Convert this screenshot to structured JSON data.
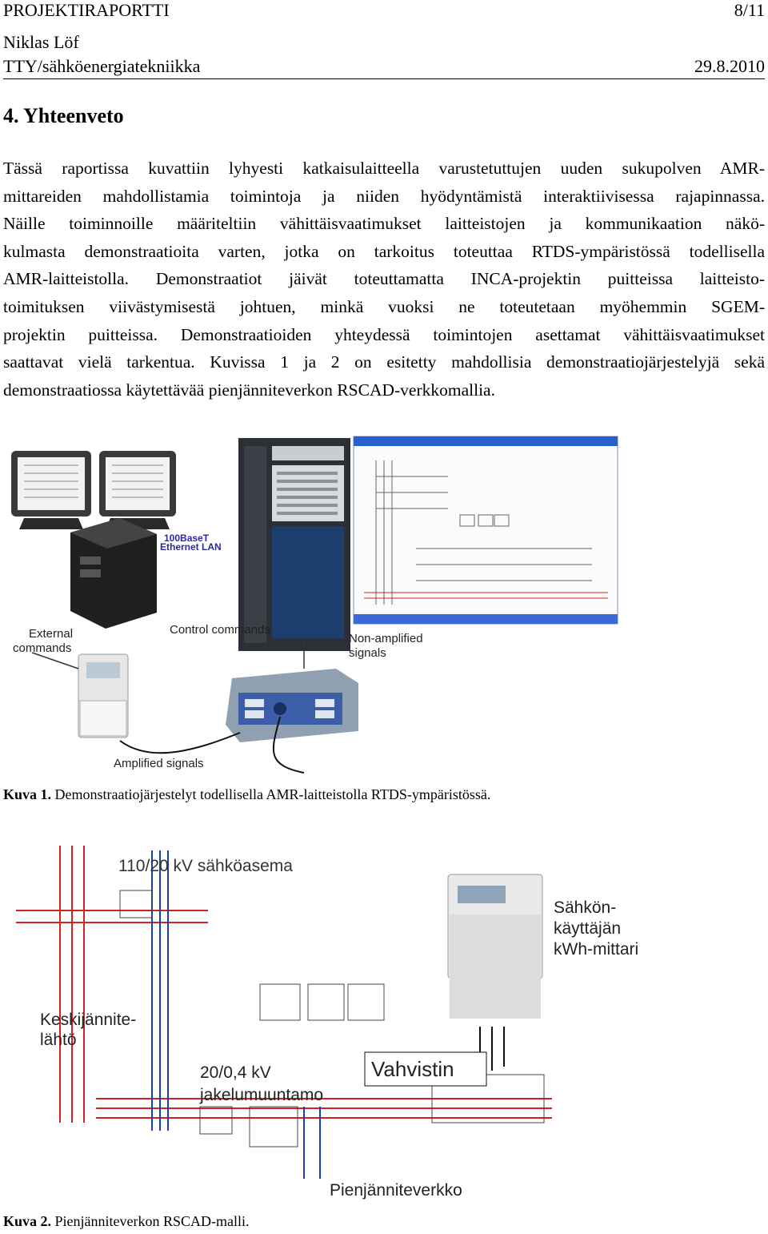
{
  "header": {
    "doc_type": "PROJEKTIRAPORTTI",
    "page": "8/11",
    "author": "Niklas Löf",
    "department": "TTY/sähköenergiatekniikka",
    "date": "29.8.2010"
  },
  "section_title": "4. Yhteenveto",
  "paragraph_lines": [
    "Tässä raportissa kuvattiin lyhyesti katkaisulaitteella varustetuttujen uuden sukupolven AMR-",
    "mittareiden mahdollistamia toimintoja ja niiden hyödyntämistä interaktiivisessa rajapinnassa.",
    "Näille toiminnoille määriteltiin vähittäisvaatimukset laitteistojen ja kommunikaation näkö-",
    "kulmasta demonstraatioita varten, jotka on tarkoitus toteuttaa RTDS-ympäristössä todellisella",
    "AMR-laitteistolla. Demonstraatiot jäivät toteuttamatta INCA-projektin puitteissa laitteisto-",
    "toimituksen viivästymisestä johtuen, minkä vuoksi ne toteutetaan myöhemmin SGEM-",
    "projektin puitteissa. Demonstraatioiden yhteydessä toimintojen asettamat vähittäisvaatimukset",
    "saattavat vielä tarkentua. Kuvissa 1 ja 2 on esitetty mahdollisia demonstraatiojärjestelyjä sekä",
    "demonstraatiossa käytettävää pienjänniteverkon RSCAD-verkkomallia."
  ],
  "figure1": {
    "labels": {
      "ethernet": "100BaseT Ethernet LAN",
      "external": "External commands",
      "control": "Control commands",
      "nonamp": "Non-amplified signals",
      "amplified": "Amplified signals"
    },
    "caption_label": "Kuva 1.",
    "caption_text": " Demonstraatiojärjestelyt todellisella AMR-laitteistolla RTDS-ympäristössä."
  },
  "figure2": {
    "labels": {
      "substation": "110/20 kV sähköasema",
      "meter": "Sähkön-käyttäjän kWh-mittari",
      "feeder": "Keskijännite-lähtö",
      "amplifier": "Vahvistin",
      "transformer": "20/0,4 kV jakelumuuntamo",
      "lv_network": "Pienjänniteverkko"
    },
    "caption_label": "Kuva 2.",
    "caption_text": " Pienjänniteverkon RSCAD-malli."
  },
  "colors": {
    "red": "#d42020",
    "blue": "#1a3fb5",
    "screen_blue": "#2a5fd0"
  }
}
